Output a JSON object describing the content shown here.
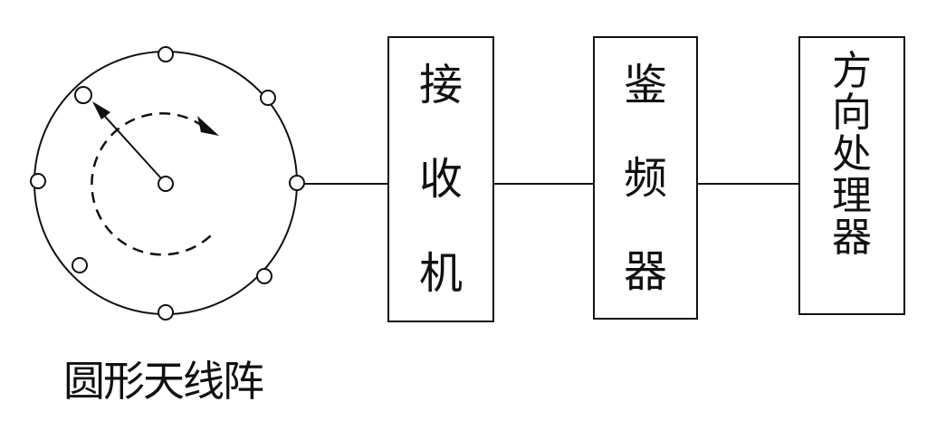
{
  "antenna": {
    "label": "圆形天线阵"
  },
  "blocks": [
    {
      "chars": [
        "接",
        "收",
        "机"
      ]
    },
    {
      "chars": [
        "鉴",
        "频",
        "器"
      ]
    },
    {
      "chars": [
        "方",
        "向",
        "处",
        "理",
        "器"
      ]
    }
  ]
}
